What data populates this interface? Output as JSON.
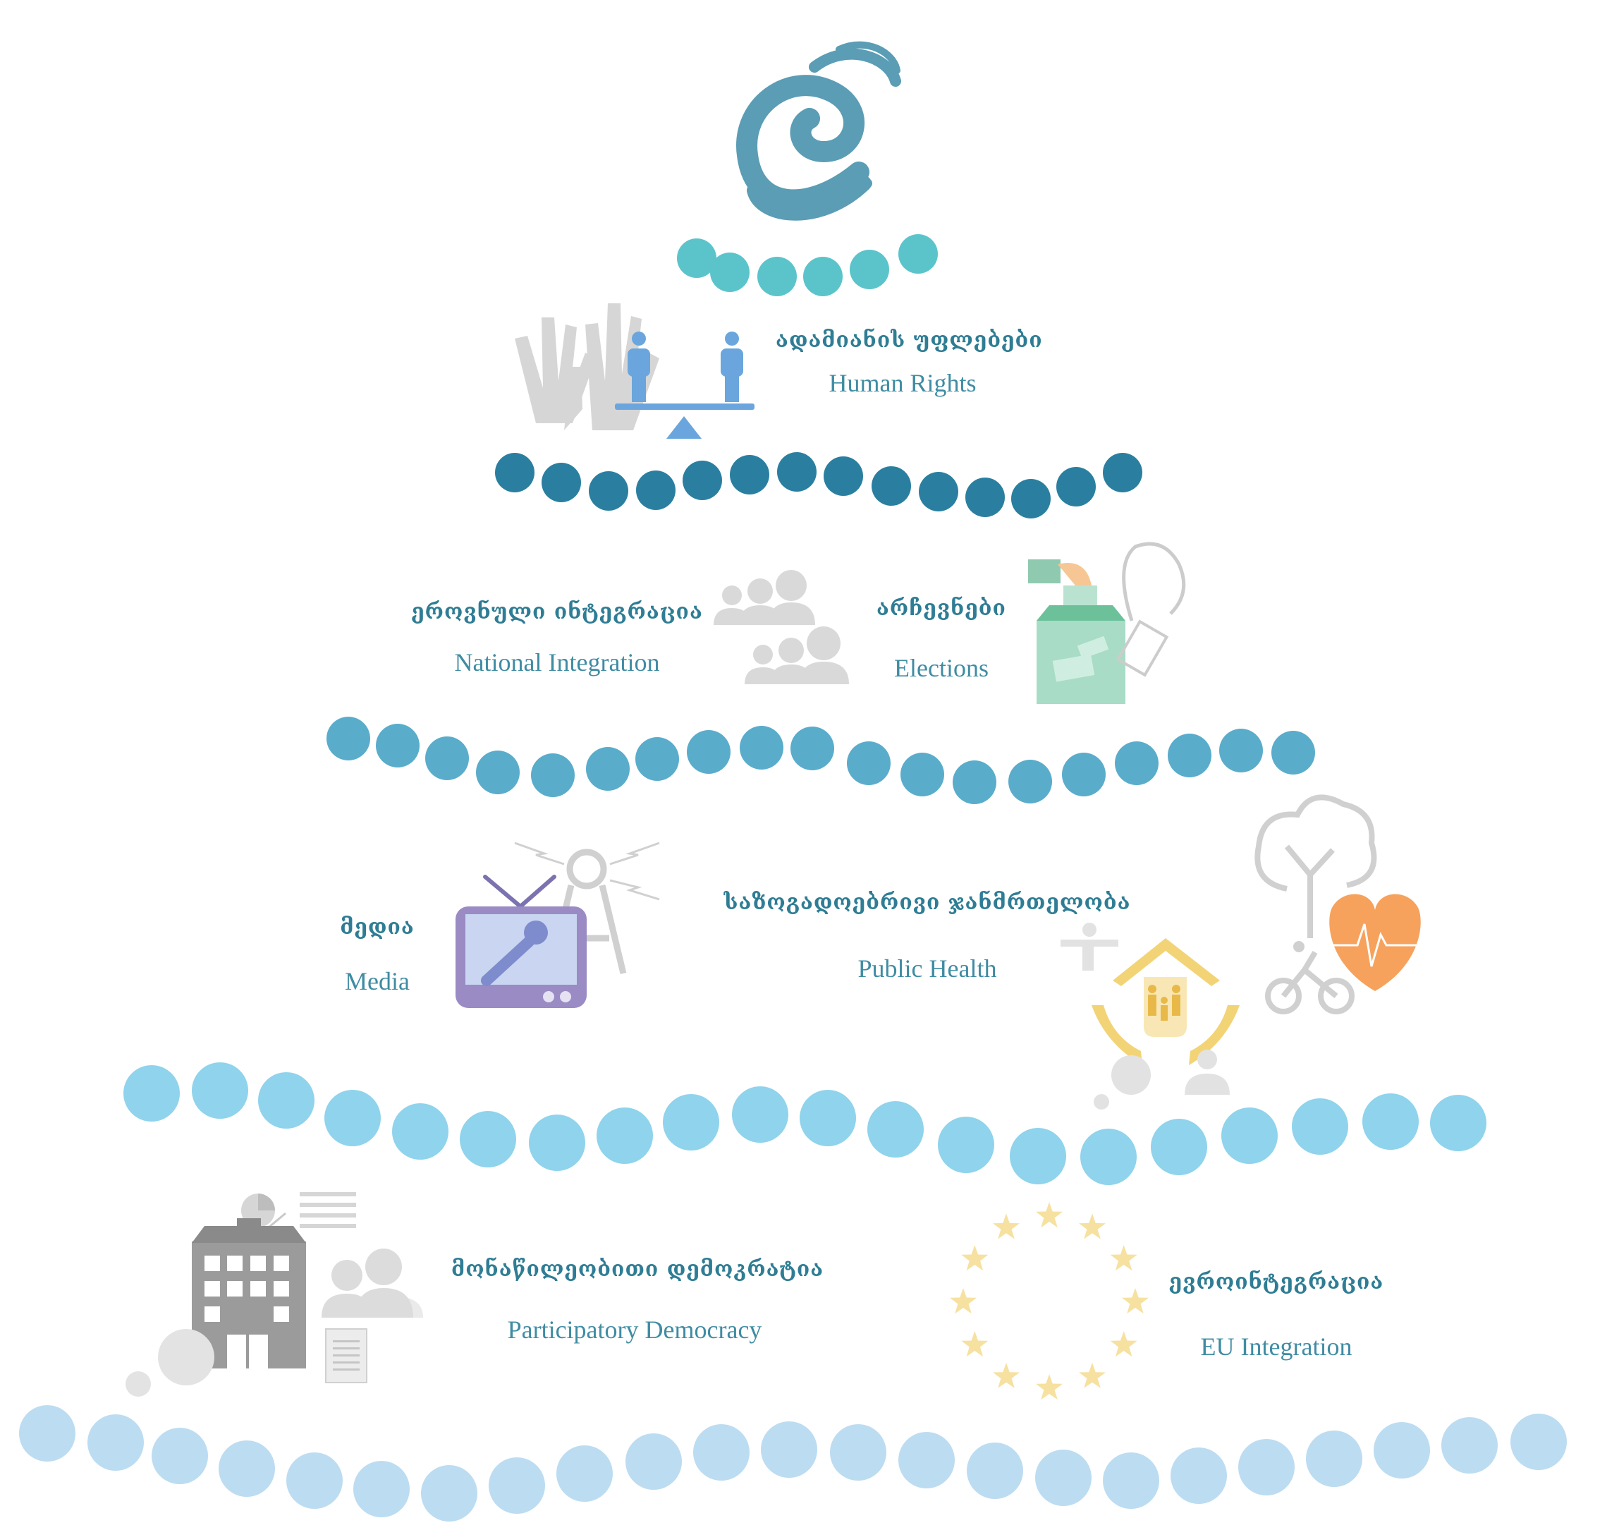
{
  "colors": {
    "row1": "#5bc4cb",
    "row2": "#2a7fa0",
    "row3": "#5aaccb",
    "row4": "#8fd3ec",
    "row5": "#bcdcf1",
    "label_ka": "#2f7d94",
    "label_en": "#3f8ca3",
    "logo": "#5a9db5",
    "icon_grey": "#c9c9c9",
    "icon_blue": "#6aa6dd",
    "icon_green": "#8fd1b4",
    "icon_purple": "#9a8bc4",
    "icon_yellow": "#f2d477",
    "icon_orange": "#f6a25c"
  },
  "sections": {
    "human_rights": {
      "ka": "ადამიანის უფლებები",
      "en": "Human Rights"
    },
    "national_integration": {
      "ka": "ეროვნული ინტეგრაცია",
      "en": "National Integration"
    },
    "elections": {
      "ka": "არჩევნები",
      "en": "Elections"
    },
    "media": {
      "ka": "მედია",
      "en": "Media"
    },
    "public_health": {
      "ka": "საზოგადოებრივი ჯანმრთელობა",
      "en": "Public Health"
    },
    "participatory_democracy": {
      "ka": "მონაწილეობითი დემოკრატია",
      "en": "Participatory Democracy"
    },
    "eu_integration": {
      "ka": "ევროინტეგრაცია",
      "en": "EU Integration"
    }
  },
  "icons": {
    "logo": "spiral-logo-icon",
    "human_rights": "scales-people-hands-icon",
    "national_integration": "people-groups-icon",
    "elections": "ballot-box-icon",
    "media": "tv-microphone-tower-icon",
    "public_health": "tree-heart-house-icon",
    "participatory_democracy": "building-people-icon",
    "eu_integration": "eu-stars-icon"
  }
}
